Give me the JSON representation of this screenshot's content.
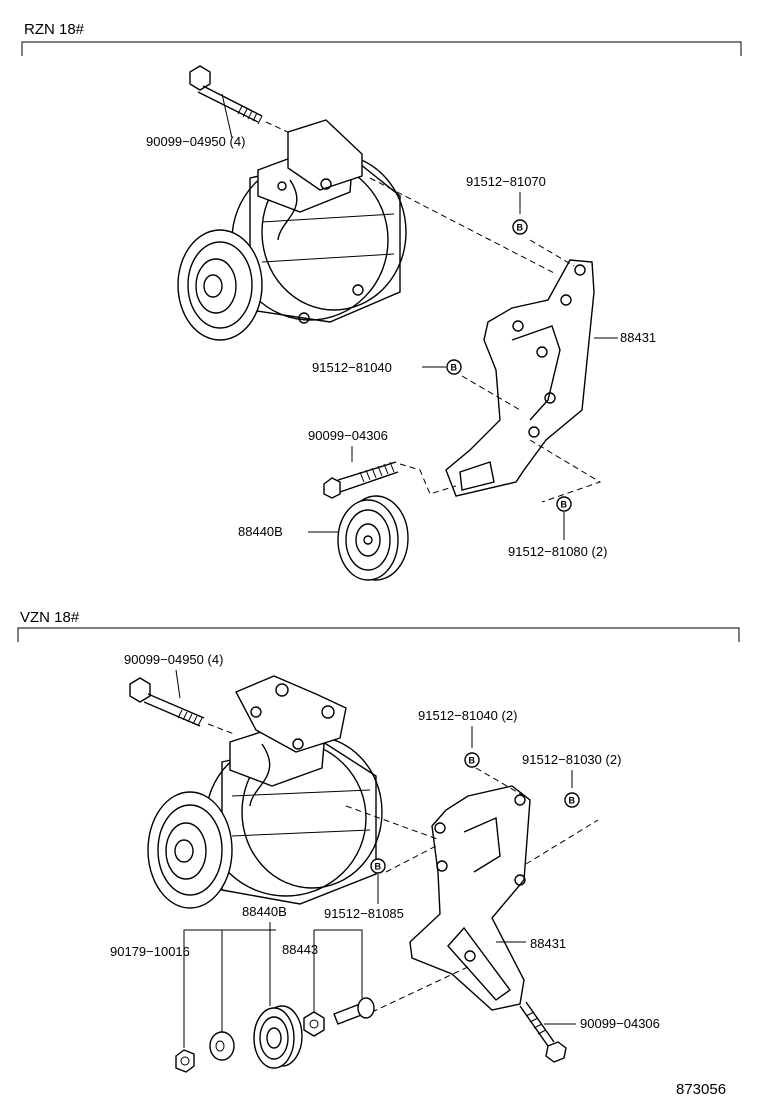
{
  "sections": [
    {
      "title": "RZN 18#",
      "labels": {
        "bolt_top": "90099−04950 (4)",
        "bolt_b1": "91512−81070",
        "bracket": "88431",
        "bolt_b2": "91512−81040",
        "bolt_pulley": "90099−04306",
        "pulley": "88440B",
        "bolt_b3": "91512−81080 (2)"
      }
    },
    {
      "title": "VZN 18#",
      "labels": {
        "bolt_top": "90099−04950 (4)",
        "bolt_b1": "91512−81040 (2)",
        "bolt_b2": "91512−81030 (2)",
        "bolt_b3": "91512−81085",
        "pulley": "88440B",
        "washer": "90179−10016",
        "spacer": "88443",
        "bracket": "88431",
        "bolt_pulley": "90099−04306"
      }
    }
  ],
  "drawing_number": "873056",
  "bolt_mark": "B"
}
